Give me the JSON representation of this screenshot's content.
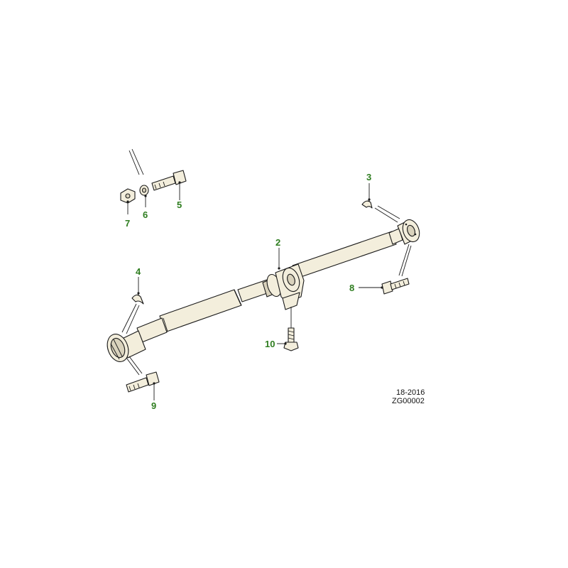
{
  "callouts": {
    "c2": "2",
    "c3": "3",
    "c4": "4",
    "c5": "5",
    "c6": "6",
    "c7": "7",
    "c8": "8",
    "c9": "9",
    "c10": "10"
  },
  "caption": {
    "date_code": "18-2016",
    "drawing_id": "ZG00002"
  },
  "colors": {
    "callout": "#2e7d1f",
    "line": "#1a1a1a",
    "part_fill": "#f3eedc"
  }
}
